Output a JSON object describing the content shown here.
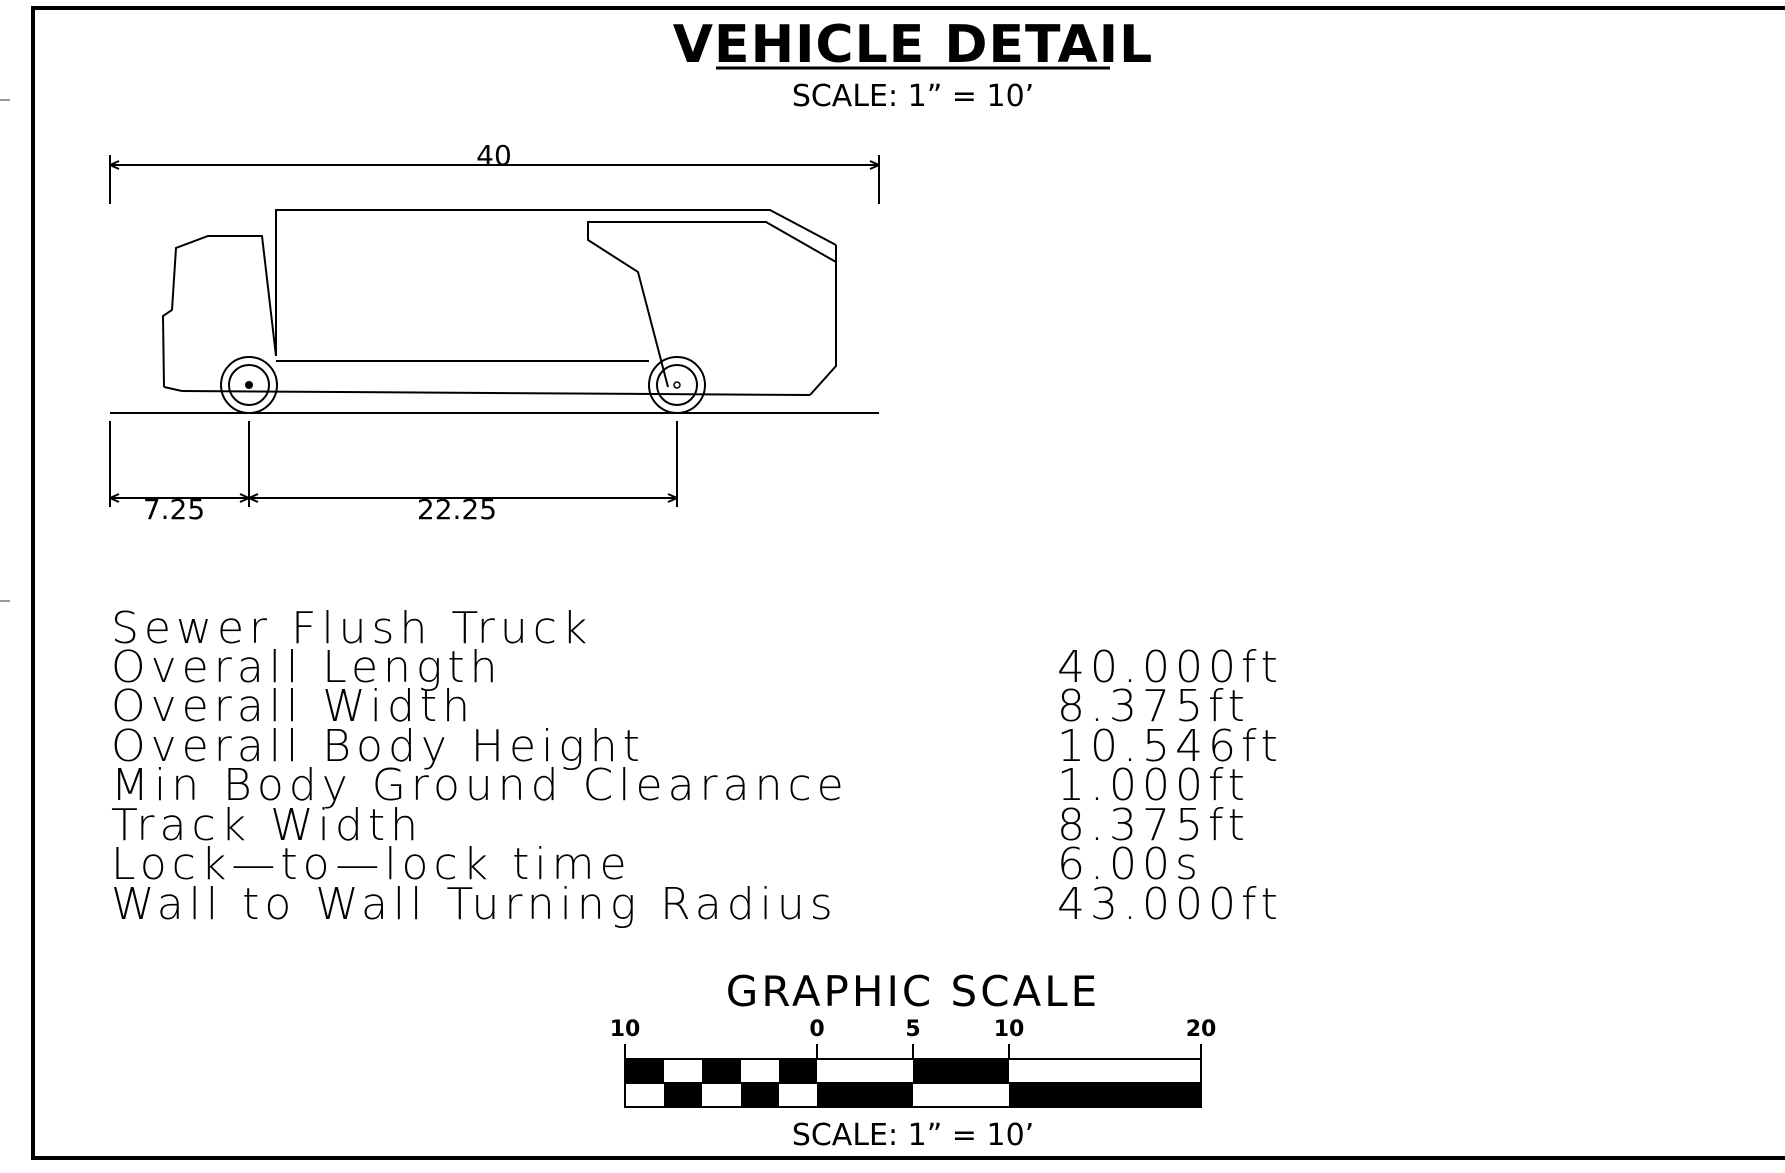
{
  "header": {
    "title": "VEHICLE DETAIL",
    "scale": "SCALE:  1”  =  10’"
  },
  "dimensions": {
    "overall": "40",
    "front_overhang": "7.25",
    "wheelbase": "22.25"
  },
  "vehicle_name": "Sewer Flush Truck",
  "specs": [
    {
      "label": "Overall  Length",
      "value": "40.000ft"
    },
    {
      "label": "Overall  Width",
      "value": "8.375ft"
    },
    {
      "label": "Overall  Body  Height",
      "value": "10.546ft"
    },
    {
      "label": "Min  Body  Ground  Clearance",
      "value": "1.000ft"
    },
    {
      "label": "Track  Width",
      "value": "8.375ft"
    },
    {
      "label": "Lock—to—lock  time",
      "value": "6.00s"
    },
    {
      "label": "Wall  to  Wall  Turning  Radius",
      "value": "43.000ft"
    }
  ],
  "graphic_scale": {
    "title": "GRAPHIC  SCALE",
    "ticks": [
      "10",
      "0",
      "5",
      "10",
      "20"
    ],
    "scale": "SCALE:  1”  =  10’"
  },
  "colors": {
    "ink": "#000000",
    "paper": "#ffffff"
  }
}
